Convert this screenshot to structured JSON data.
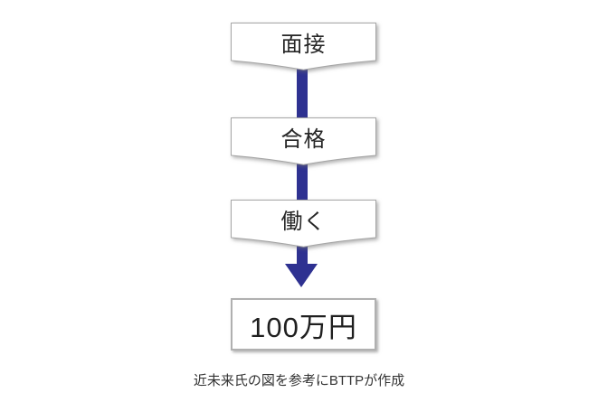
{
  "diagram": {
    "steps": [
      {
        "id": "interview",
        "label": "面接"
      },
      {
        "id": "pass",
        "label": "合格"
      },
      {
        "id": "work",
        "label": "働く"
      }
    ],
    "result_label": "100万円",
    "colors": {
      "connector": "#2e3191",
      "shape_fill": "#ffffff",
      "shape_border": "#a6a6a6",
      "text": "#262626"
    }
  },
  "caption": "近未来氏の図を参考にBTTPが作成"
}
